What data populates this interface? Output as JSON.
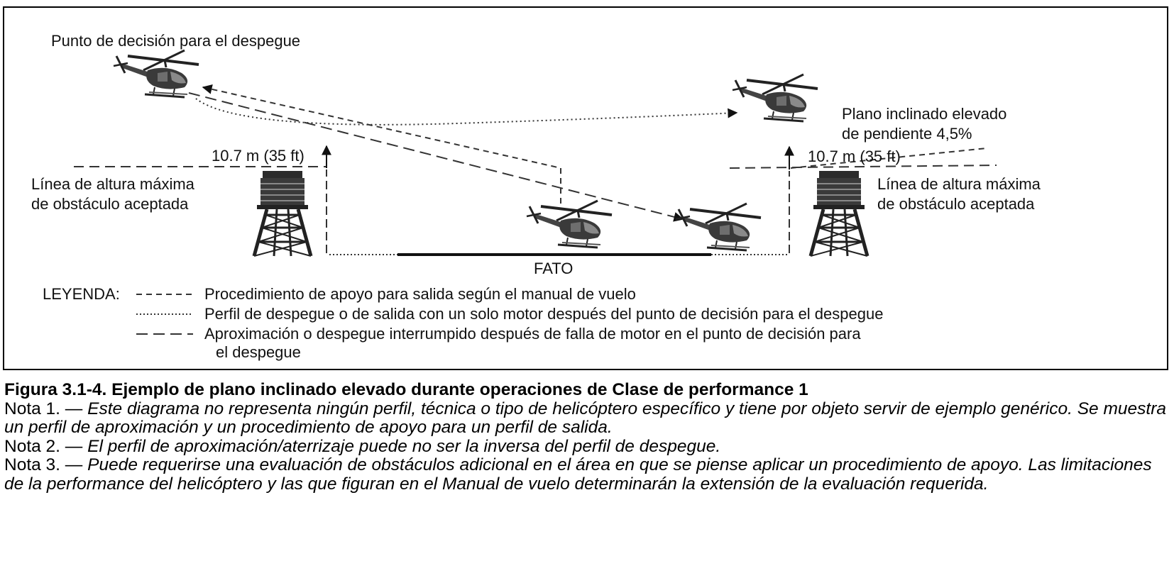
{
  "diagram": {
    "labels": {
      "tdp": "Punto de decisión para el despegue",
      "inclined_plane_line1": "Plano inclinado elevado",
      "inclined_plane_line2": "de pendiente 4,5%",
      "height_left": "10.7 m (35 ft)",
      "height_right": "10.7 m (35 ft)",
      "obstacle_left_line1": "Línea de altura máxima",
      "obstacle_left_line2": "de obstáculo aceptada",
      "obstacle_right_line1": "Línea de altura máxima",
      "obstacle_right_line2": "de obstáculo aceptada",
      "fato": "FATO"
    },
    "legend": {
      "title": "LEYENDA:",
      "items": [
        {
          "style": "short-dash",
          "text": "Procedimiento de apoyo para salida según el manual de vuelo"
        },
        {
          "style": "dotted",
          "text": "Perfil de despegue o de salida con un solo motor después del punto de decisión para el despegue"
        },
        {
          "style": "long-dash",
          "text_line1": "Aproximación o despegue interrumpido después de falla de motor en el punto de decisión para",
          "text_line2": "el despegue"
        }
      ]
    }
  },
  "caption": {
    "title": "Figura 3.1-4. Ejemplo de plano inclinado elevado durante operaciones de Clase de performance 1",
    "notes": [
      {
        "label": "Nota 1. — ",
        "text": "Este diagrama no representa ningún perfil, técnica o tipo de helicóptero específico y tiene por objeto servir de ejemplo genérico. Se muestra un perfil de aproximación y un procedimiento de apoyo para un perfil de salida."
      },
      {
        "label": "Nota 2. — ",
        "text": "El perfil de aproximación/aterrizaje puede no ser la inversa del perfil de despegue."
      },
      {
        "label": "Nota 3. — ",
        "text": "Puede requerirse una evaluación de obstáculos adicional en el área en que se piense aplicar un procedimiento de apoyo. Las limitaciones de la performance del helicóptero y las que figuran en el Manual de vuelo determinarán la extensión de la evaluación requerida."
      }
    ]
  }
}
